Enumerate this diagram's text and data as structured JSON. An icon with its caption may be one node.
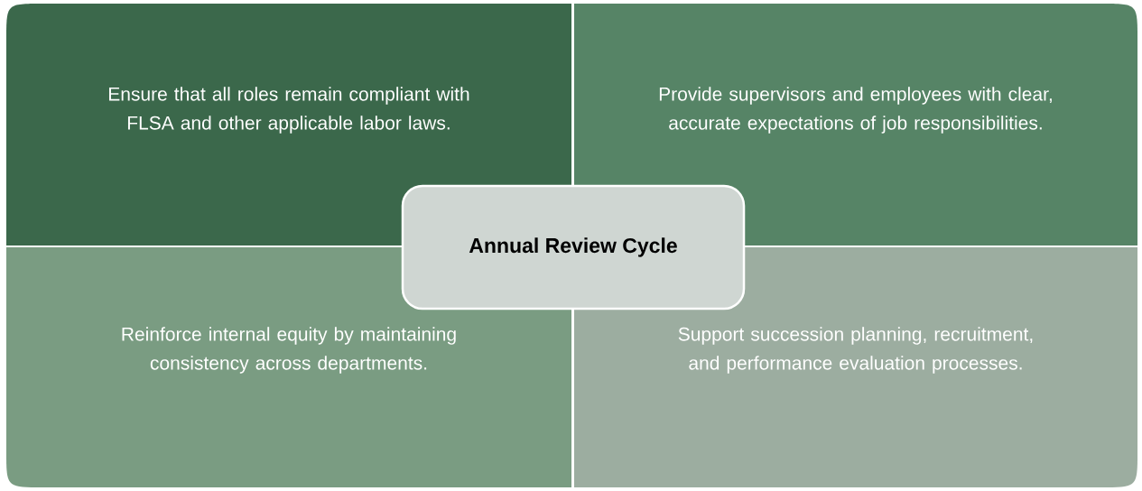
{
  "diagram": {
    "nodes": [
      {
        "text": [
          "Ensure that all roles remain compliant with FLSA and other applicable labor laws."
        ]
      },
      {
        "text": [
          "Provide supervisors and employees with clear, accurate expectations of job responsibilities."
        ]
      },
      {
        "text": [
          "Reinforce internal equity by maintaining consistency across departments."
        ]
      },
      {
        "text": [
          "Support succession planning, recruitment, and performance evaluation processes."
        ]
      },
      {
        "text": [
          "Annual Review Cycle"
        ]
      }
    ]
  }
}
